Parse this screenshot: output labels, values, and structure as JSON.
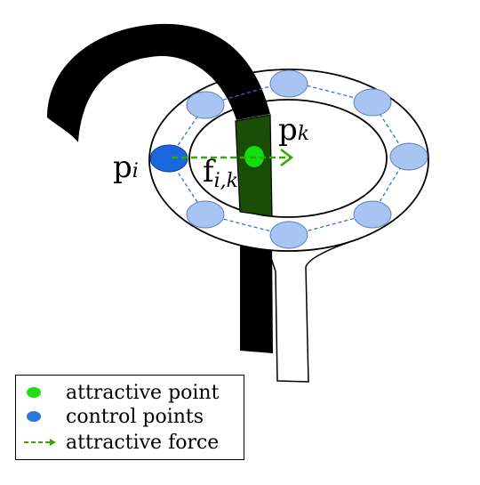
{
  "labels": {
    "p_i": {
      "base": "p",
      "sub": "i"
    },
    "p_k": {
      "base": "p",
      "sub": "k"
    },
    "f_ik": {
      "base": "f",
      "sub": "i,k"
    }
  },
  "legend": [
    {
      "label": "attractive point",
      "color": "#22dd11",
      "symbol": "dot"
    },
    {
      "label": "control points",
      "color": "#2a77e0",
      "symbol": "dot"
    },
    {
      "label": "attractive force",
      "color": "#33aa00",
      "symbol": "dashed-arrow"
    }
  ],
  "colors": {
    "ring_fill": "#ffffff",
    "control_point_fill": "#a7c4f2",
    "control_point_stroke": "#5f7fb5",
    "control_polygon": "#2f73d8",
    "selected_control_point": "#1a66dd",
    "attractive_point": "#11dd11",
    "force_arrow": "#33aa00",
    "black_tube": "#000000",
    "green_segment": "#1a4d05"
  }
}
